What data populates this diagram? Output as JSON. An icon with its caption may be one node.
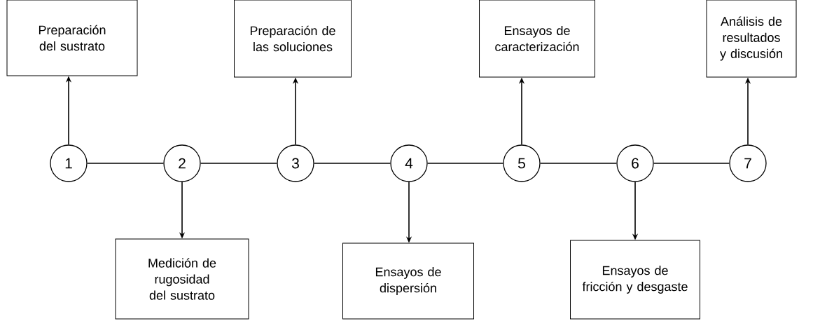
{
  "diagram": {
    "nodes": [
      {
        "text": [
          "1"
        ]
      },
      {
        "text": [
          "2"
        ]
      },
      {
        "text": [
          "3"
        ]
      },
      {
        "text": [
          "4"
        ]
      },
      {
        "text": [
          "5"
        ]
      },
      {
        "text": [
          "6"
        ]
      },
      {
        "text": [
          "7"
        ]
      },
      {
        "text": [
          "Preparación del sustrato"
        ]
      },
      {
        "text": [
          "Medición de rugosidad del sustrato"
        ]
      },
      {
        "text": [
          "Preparación de las soluciones"
        ]
      },
      {
        "text": [
          "Ensayos de dispersión"
        ]
      },
      {
        "text": [
          "Ensayos de caracterización"
        ]
      },
      {
        "text": [
          "Ensayos de fricción y desgaste"
        ]
      },
      {
        "text": [
          "Análisis de resultados y discusión"
        ]
      }
    ],
    "edges": [
      {
        "from": 0,
        "to": 1,
        "arrow": "none"
      },
      {
        "from": 1,
        "to": 2,
        "arrow": "none"
      },
      {
        "from": 2,
        "to": 3,
        "arrow": "none"
      },
      {
        "from": 3,
        "to": 4,
        "arrow": "none"
      },
      {
        "from": 4,
        "to": 5,
        "arrow": "none"
      },
      {
        "from": 5,
        "to": 6,
        "arrow": "none"
      },
      {
        "from": 0,
        "to": 7,
        "arrow": "to"
      },
      {
        "from": 1,
        "to": 8,
        "arrow": "to"
      },
      {
        "from": 2,
        "to": 9,
        "arrow": "to"
      },
      {
        "from": 3,
        "to": 10,
        "arrow": "to"
      },
      {
        "from": 4,
        "to": 11,
        "arrow": "to"
      },
      {
        "from": 5,
        "to": 12,
        "arrow": "to"
      },
      {
        "from": 6,
        "to": 13,
        "arrow": "to"
      }
    ]
  }
}
